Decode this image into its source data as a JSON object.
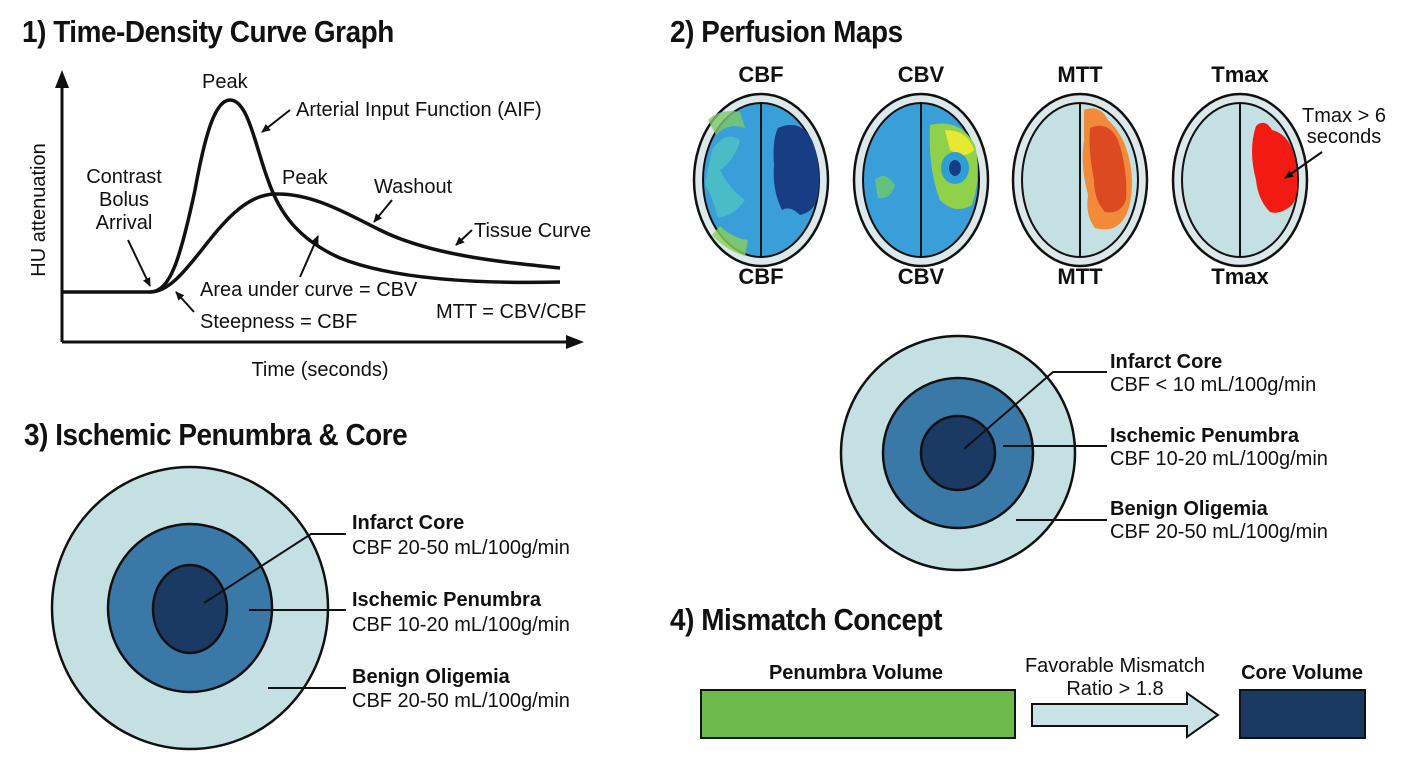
{
  "sections": {
    "tdc": {
      "title": "1) Time-Density Curve Graph",
      "y_axis_label": "HU attenuation",
      "x_axis_label": "Time (seconds)",
      "annotations": {
        "aif_peak": "Peak",
        "aif": "Arterial Input Function (AIF)",
        "tissue_peak": "Peak",
        "washout": "Washout",
        "tissue_curve": "Tissue Curve",
        "contrast_line1": "Contrast",
        "contrast_line2": "Bolus",
        "contrast_line3": "Arrival",
        "area": "Area under curve = CBV",
        "steepness": "Steepness = CBF",
        "mtt": "MTT = CBV/CBF"
      }
    },
    "perfusion": {
      "title": "2) Perfusion Maps",
      "maps": [
        {
          "top_label": "CBF",
          "bottom_label": "CBF"
        },
        {
          "top_label": "CBV",
          "bottom_label": "CBV"
        },
        {
          "top_label": "MTT",
          "bottom_label": "MTT"
        },
        {
          "top_label": "Tmax",
          "bottom_label": "Tmax"
        }
      ],
      "tmax_note_line1": "Tmax > 6",
      "tmax_note_line2": "seconds"
    },
    "penumbra_right": {
      "zones": [
        {
          "name": "Infarct Core",
          "value": "CBF < 10 mL/100g/min"
        },
        {
          "name": "Ischemic Penumbra",
          "value": "CBF 10-20 mL/100g/min"
        },
        {
          "name": "Benign Oligemia",
          "value": "CBF 20-50 mL/100g/min"
        }
      ]
    },
    "penumbra": {
      "title": "3) Ischemic Penumbra & Core",
      "zones": [
        {
          "name": "Infarct Core",
          "value": "CBF 20-50 mL/100g/min"
        },
        {
          "name": "Ischemic Penumbra",
          "value": "CBF 10-20 mL/100g/min"
        },
        {
          "name": "Benign Oligemia",
          "value": "CBF 20-50 mL/100g/min"
        }
      ]
    },
    "mismatch": {
      "title": "4) Mismatch Concept",
      "penumbra_label": "Penumbra Volume",
      "arrow_line1": "Favorable Mismatch",
      "arrow_line2": "Ratio > 1.8",
      "core_label": "Core Volume"
    }
  },
  "colors": {
    "core": "#1b3a63",
    "penumbra": "#3a78a8",
    "oligemia": "#c5e0e3",
    "penumbra_bar": "#6cba4a",
    "arrow_fill": "#c8e2e6",
    "mtt_outer": "#f28a3a",
    "mtt_inner": "#dd4a22",
    "tmax": "#f21a12"
  }
}
